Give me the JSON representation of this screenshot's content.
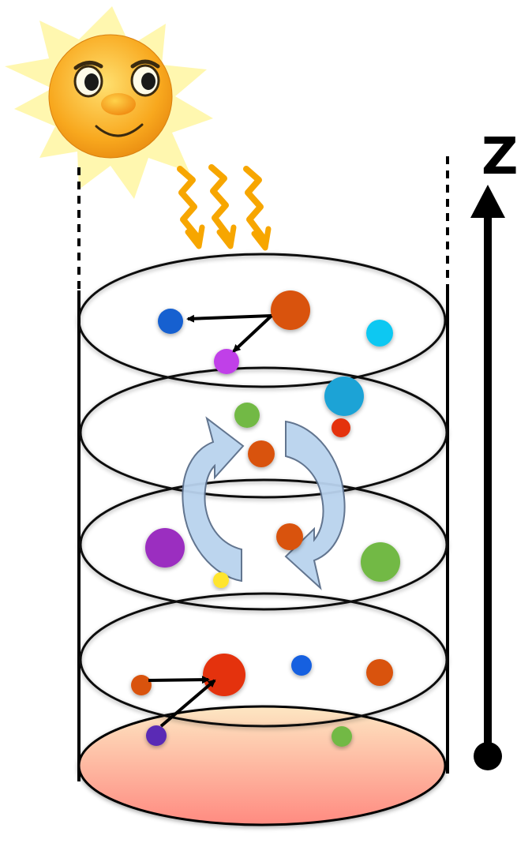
{
  "axis": {
    "label": "Z"
  },
  "colors": {
    "sun_rays": "#fff3a0",
    "sun_face": "#f7a21b",
    "radiation": "#f7a600",
    "layer_stroke": "#111111",
    "ground_top": "#fde6c2",
    "ground_bottom": "#ff8a80",
    "mixing_arrow_fill": "#b9d3ee",
    "mixing_arrow_stroke": "#5a6e8a",
    "axis": "#000000"
  },
  "particles": [
    {
      "name": "particle-blue-top",
      "color": "#1660d0"
    },
    {
      "name": "particle-orange-top",
      "color": "#d9530c"
    },
    {
      "name": "particle-cyan-top",
      "color": "#10c8f2"
    },
    {
      "name": "particle-magenta-top",
      "color": "#c040e8"
    },
    {
      "name": "particle-teal-large",
      "color": "#1fa3d6"
    },
    {
      "name": "particle-green-upper",
      "color": "#72b944"
    },
    {
      "name": "particle-red-small",
      "color": "#e4300c"
    },
    {
      "name": "particle-orange-mid",
      "color": "#d9530c"
    },
    {
      "name": "particle-purple-large",
      "color": "#9b2ec0"
    },
    {
      "name": "particle-orange-mid2",
      "color": "#d9530c"
    },
    {
      "name": "particle-green-large",
      "color": "#72b944"
    },
    {
      "name": "particle-yellow",
      "color": "#ffe52e"
    },
    {
      "name": "particle-orange-low-left",
      "color": "#d9530c"
    },
    {
      "name": "particle-red-large",
      "color": "#e4300c"
    },
    {
      "name": "particle-blue-low",
      "color": "#1660e0"
    },
    {
      "name": "particle-orange-low-right",
      "color": "#d9530c"
    },
    {
      "name": "particle-indigo-bottom",
      "color": "#5a2ab5"
    },
    {
      "name": "particle-green-bottom",
      "color": "#72b944"
    }
  ]
}
